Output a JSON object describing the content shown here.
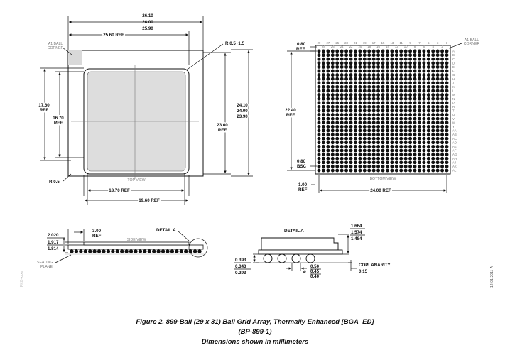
{
  "caption": {
    "line1": "Figure 2. 899-Ball (29 x 31) Ball Grid Array, Thermally Enhanced [BGA_ED]",
    "line2": "(BP-899-1)",
    "line3": "Dimensions shown in millimeters"
  },
  "top_view": {
    "view_label": "TOP VIEW",
    "a1_corner": [
      "A1 BALL",
      "CORNER"
    ],
    "width_max": "26.10",
    "width_nom": "26.00",
    "width_min": "25.90",
    "width_ref": "25.60 REF",
    "radius_top": "R 0.5~1.5",
    "radius_bottom": "R 0.5",
    "h_ref_1": [
      "17.60",
      "REF"
    ],
    "h_ref_2": [
      "16.70",
      "REF"
    ],
    "side_ref": [
      "23.60",
      "REF"
    ],
    "height_max": "24.10",
    "height_nom": "24.00",
    "height_min": "23.90",
    "bottom_ref_1": "18.70 REF",
    "bottom_ref_2": "19.60 REF"
  },
  "bottom_view": {
    "view_label": "BOTTOM VIEW",
    "a1_corner": [
      "A1 BALL",
      "CORNER"
    ],
    "pitch_top": [
      "0.80",
      "REF"
    ],
    "height_ref": [
      "22.40",
      "REF"
    ],
    "pitch_bottom": [
      "0.80",
      "BSC"
    ],
    "edge_ref": [
      "1.00",
      "REF"
    ],
    "width_ref": "24.00 REF",
    "col_labels": [
      "29",
      "28",
      "27",
      "26",
      "25",
      "24",
      "23",
      "22",
      "21",
      "20",
      "19",
      "18",
      "17",
      "16",
      "15",
      "14",
      "13",
      "12",
      "11",
      "10",
      "9",
      "8",
      "7",
      "6",
      "5",
      "4",
      "3",
      "2",
      "1"
    ],
    "row_labels": [
      "A",
      "B",
      "C",
      "D",
      "E",
      "F",
      "G",
      "H",
      "J",
      "K",
      "L",
      "M",
      "N",
      "P",
      "R",
      "T",
      "U",
      "V",
      "W",
      "Y",
      "AA",
      "AB",
      "AC",
      "AD",
      "AE",
      "AF",
      "AG",
      "AH",
      "AJ",
      "AK",
      "AL"
    ]
  },
  "side_view": {
    "view_label": "SIDE VIEW",
    "detail_label": "DETAIL A",
    "h_max": "2.020",
    "h_nom": "1.917",
    "h_min": "1.814",
    "ref": [
      "3.00",
      "REF"
    ],
    "seating_plane": [
      "SEATING",
      "PLANE"
    ]
  },
  "detail": {
    "title": "DETAIL A",
    "top_max": "1.664",
    "top_nom": "1.574",
    "top_min": "1.484",
    "left_max": "0.393",
    "left_nom": "0.343",
    "left_min": "0.293",
    "ball_max": "0.50",
    "ball_nom": "0.45",
    "ball_min": "0.40",
    "diameter_symbol": "⌀",
    "coplanarity": "COPLANARITY",
    "coplanarity_value": "0.15"
  },
  "side_ids": {
    "doc_code": "12-01-2011-A",
    "mark": "PKG-xxxx"
  }
}
